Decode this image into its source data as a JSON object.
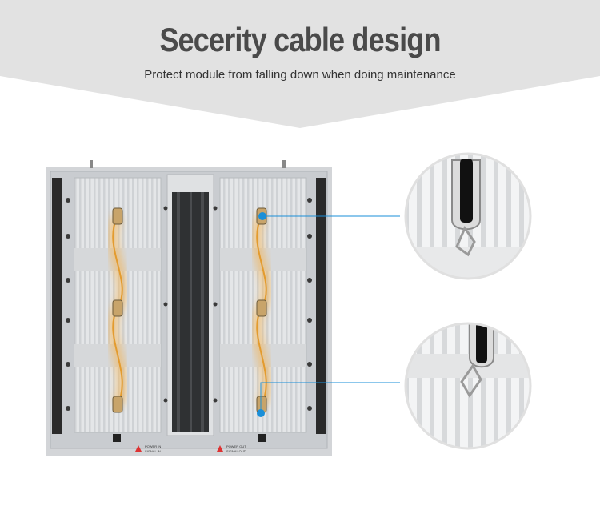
{
  "header": {
    "title": "Secerity cable design",
    "subtitle": "Protect module from falling down when doing maintenance"
  },
  "cabinet": {
    "labels": {
      "power_in": "POWER IN",
      "signal_in": "SIGNAL IN",
      "power_out": "POWER OUT",
      "signal_out": "SIGNAL OUT"
    }
  },
  "colors": {
    "banner": "#e2e2e2",
    "title": "#4a4a4a",
    "cable_glow": "#f5b04a",
    "pointer": "#1a8fd8",
    "frame": "#c9ccd0"
  }
}
